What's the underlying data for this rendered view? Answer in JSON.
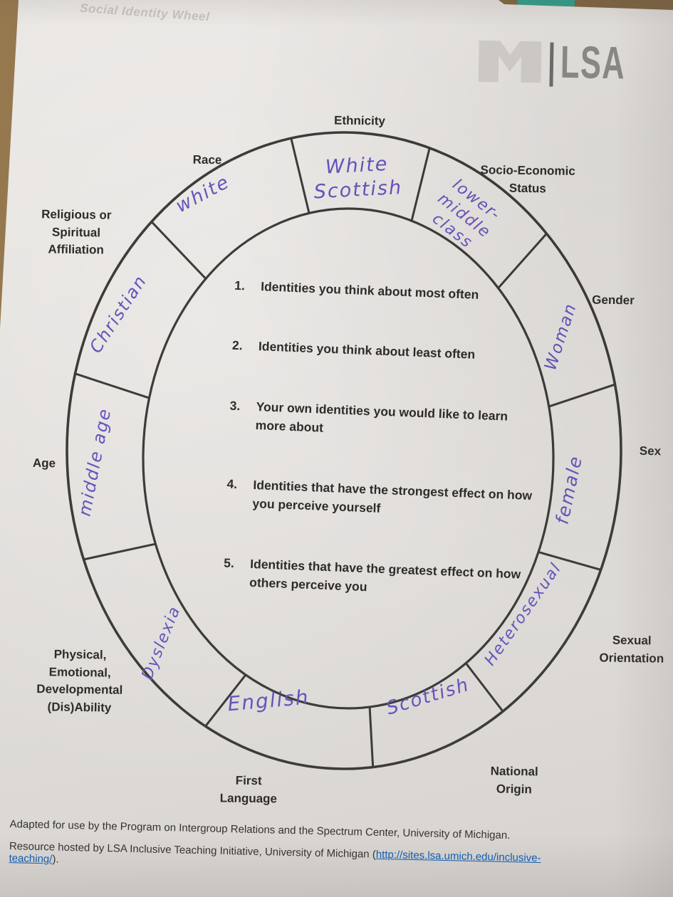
{
  "header": {
    "faint_title": "Social Identity Wheel",
    "logo_text": "LSA"
  },
  "wheel": {
    "segments": [
      {
        "category": "Ethnicity",
        "handwriting": "White Scottish"
      },
      {
        "category": "Socio-Economic Status",
        "handwriting": "lower-middle class"
      },
      {
        "category": "Gender",
        "handwriting": "Woman"
      },
      {
        "category": "Sex",
        "handwriting": "female"
      },
      {
        "category": "Sexual Orientation",
        "handwriting": "Heterosexual"
      },
      {
        "category": "National Origin",
        "handwriting": "Scottish"
      },
      {
        "category": "First Language",
        "handwriting": "English"
      },
      {
        "category": "Physical, Emotional, Developmental (Dis)Ability",
        "handwriting": "Dyslexia"
      },
      {
        "category": "Age",
        "handwriting": "middle age"
      },
      {
        "category": "Religious or Spiritual Affiliation",
        "handwriting": "Christian"
      },
      {
        "category": "Race",
        "handwriting": "white"
      }
    ],
    "center_prompts": [
      {
        "number": "1.",
        "text": "Identities you think about most often"
      },
      {
        "number": "2.",
        "text": "Identities you think about least often"
      },
      {
        "number": "3.",
        "text": "Your own identities you would like to learn more about"
      },
      {
        "number": "4.",
        "text": "Identities that have the strongest effect on how you perceive yourself"
      },
      {
        "number": "5.",
        "text": "Identities that have the greatest effect on how others perceive you"
      }
    ]
  },
  "footer": {
    "line1": "Adapted for use by the Program on Intergroup Relations and the Spectrum Center, University of Michigan.",
    "line2_prefix": "Resource hosted by LSA Inclusive Teaching Initiative, University of Michigan (",
    "line2_link": "http://sites.lsa.umich.edu/inclusive-teaching/",
    "line2_suffix": ")."
  },
  "colors": {
    "ink": "#6753bb",
    "link": "#0b5bb5",
    "wheel_stroke": "#3e3c38"
  }
}
